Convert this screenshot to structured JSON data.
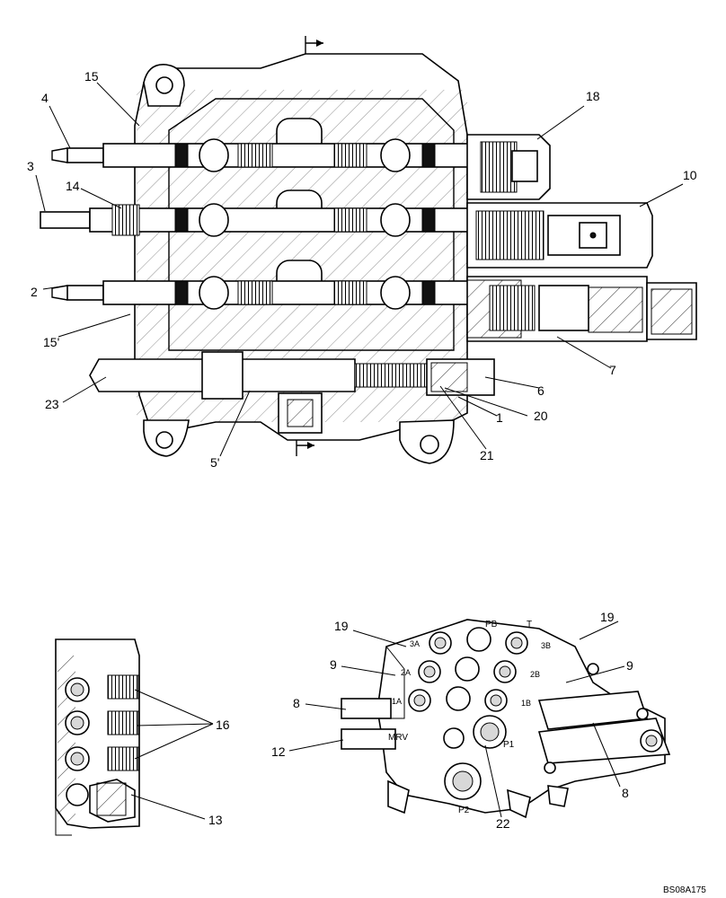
{
  "section_view": {
    "callouts": [
      "15",
      "4",
      "3",
      "14",
      "2",
      "15'",
      "23",
      "5'",
      "21",
      "20",
      "1",
      "6",
      "7",
      "10",
      "18"
    ]
  },
  "side_view": {
    "callouts": [
      "16",
      "13"
    ]
  },
  "iso_view": {
    "callouts": [
      "19",
      "19",
      "9",
      "9",
      "8",
      "8",
      "12",
      "22"
    ],
    "port_labels": [
      "PB",
      "T",
      "3A",
      "3B",
      "2A",
      "2B",
      "1A",
      "1B",
      "MRV",
      "P1",
      "P2"
    ]
  },
  "drawing_code": "BS08A175"
}
